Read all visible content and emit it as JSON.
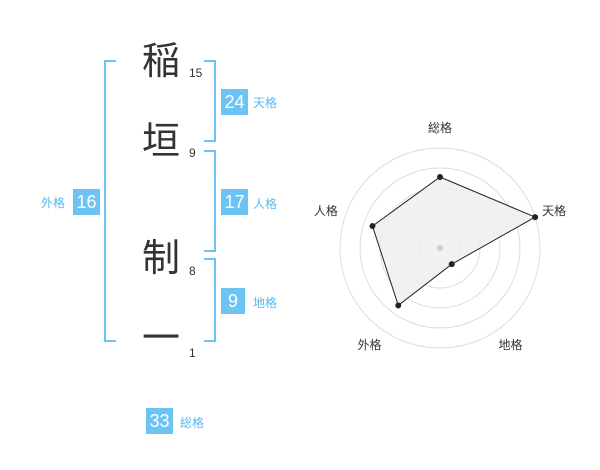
{
  "name": {
    "chars": [
      {
        "char": "稲",
        "strokes": "15"
      },
      {
        "char": "垣",
        "strokes": "9"
      },
      {
        "char": "制",
        "strokes": "8"
      },
      {
        "char": "一",
        "strokes": "1"
      }
    ]
  },
  "kakusu": {
    "tenkaku": {
      "value": "24",
      "label": "天格"
    },
    "jinkaku": {
      "value": "17",
      "label": "人格"
    },
    "chikaku": {
      "value": "9",
      "label": "地格"
    },
    "gaikaku": {
      "value": "16",
      "label": "外格"
    },
    "soukaku": {
      "value": "33",
      "label": "総格"
    }
  },
  "radar": {
    "axes": [
      "総格",
      "天格",
      "地格",
      "外格",
      "人格"
    ],
    "values": [
      0.71,
      1.0,
      0.2,
      0.71,
      0.71
    ],
    "fill_color": "#eeeeee",
    "stroke_color": "#222222",
    "grid_color": "#dddddd"
  },
  "colors": {
    "accent": "#6ec3f5",
    "label": "#5bb8f0",
    "text": "#333333"
  }
}
